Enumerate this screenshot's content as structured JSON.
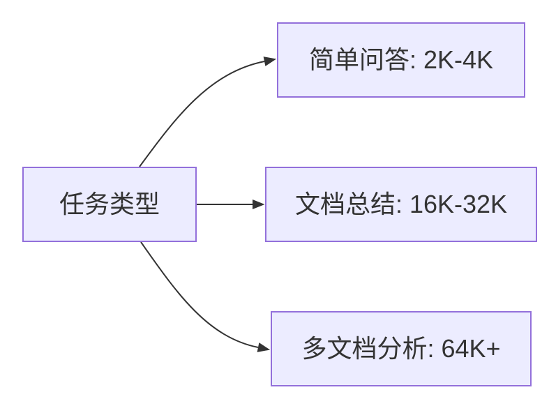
{
  "diagram": {
    "type": "flowchart",
    "direction": "LR",
    "nodes": [
      {
        "id": "task-type",
        "role": "root",
        "label": "任务类型"
      },
      {
        "id": "simple-qa",
        "role": "branch",
        "label": "简单问答: 2K-4K"
      },
      {
        "id": "doc-summary",
        "role": "branch",
        "label": "文档总结: 16K-32K"
      },
      {
        "id": "multi-doc-analysis",
        "role": "branch",
        "label": "多文档分析: 64K+"
      }
    ],
    "edges": [
      {
        "from": "task-type",
        "to": "simple-qa"
      },
      {
        "from": "task-type",
        "to": "doc-summary"
      },
      {
        "from": "task-type",
        "to": "multi-doc-analysis"
      }
    ],
    "colors": {
      "node_fill": "#ECECFF",
      "node_border": "#9370DB",
      "edge_stroke": "#333333",
      "text": "#333333",
      "background": "#FFFFFF"
    }
  }
}
